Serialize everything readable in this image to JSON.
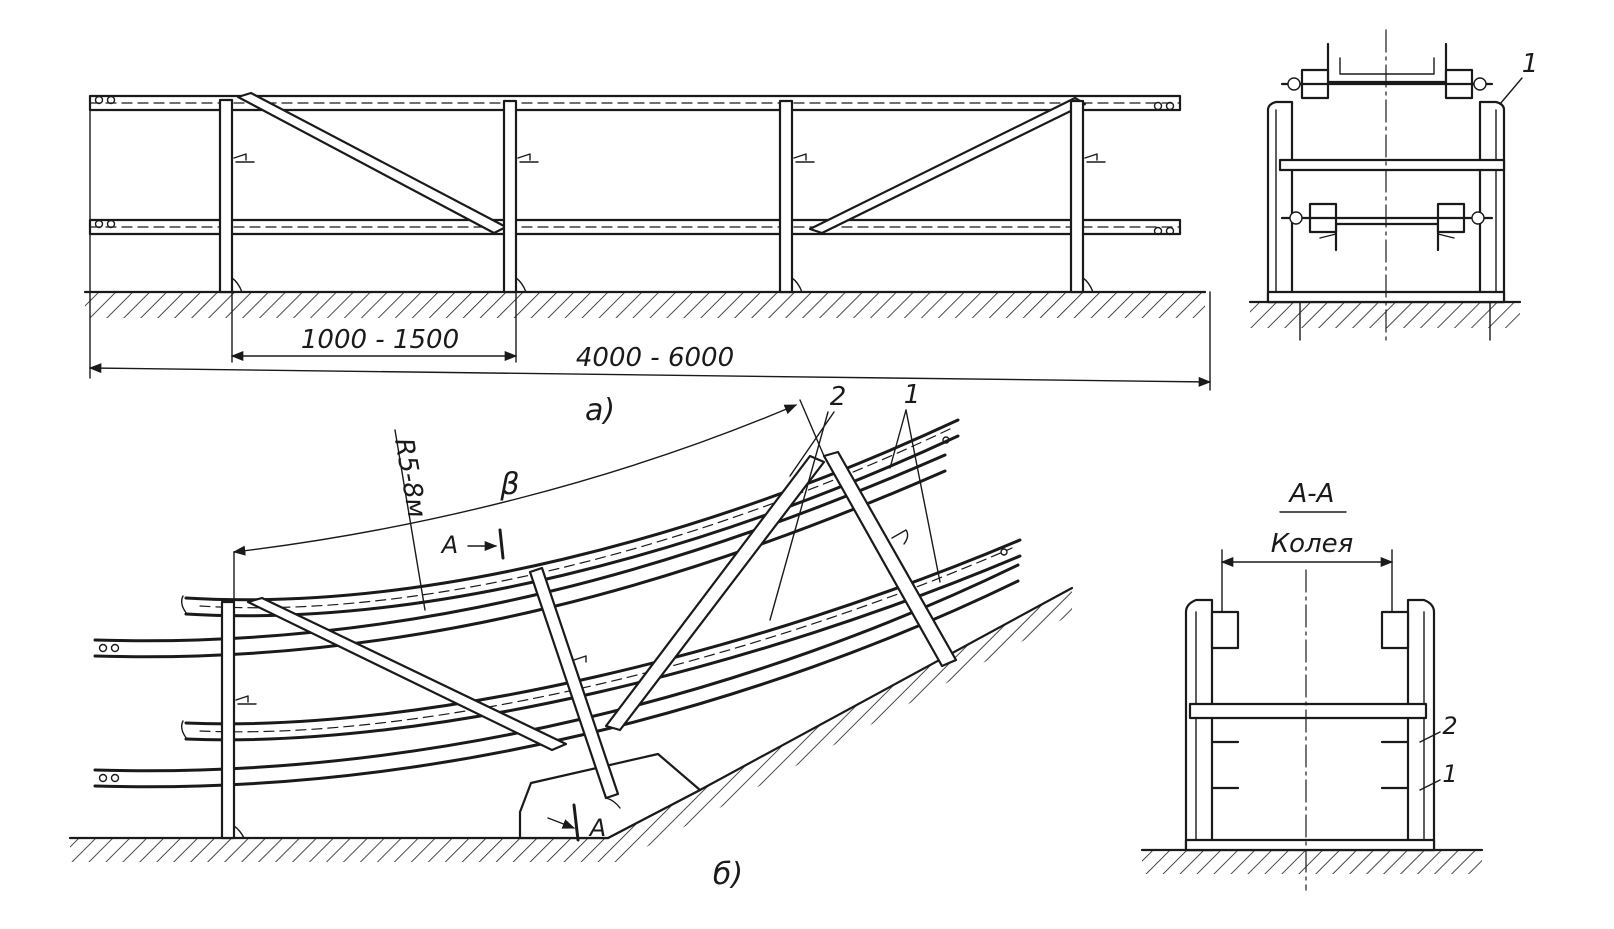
{
  "figure": {
    "view_a": {
      "caption": "а)",
      "dim_post_spacing": "1000 - 1500",
      "dim_total_length": "4000 - 6000"
    },
    "section_right_top": {
      "label_1": "1"
    },
    "view_b": {
      "caption": "б)",
      "radius_label": "R5-8м",
      "angle_label": "β",
      "section_mark_top": "А",
      "section_mark_bottom": "А",
      "label_1": "1",
      "label_2": "2"
    },
    "section_aa": {
      "title": "А-А",
      "gauge_label": "Колея",
      "label_1": "1",
      "label_2": "2"
    }
  }
}
